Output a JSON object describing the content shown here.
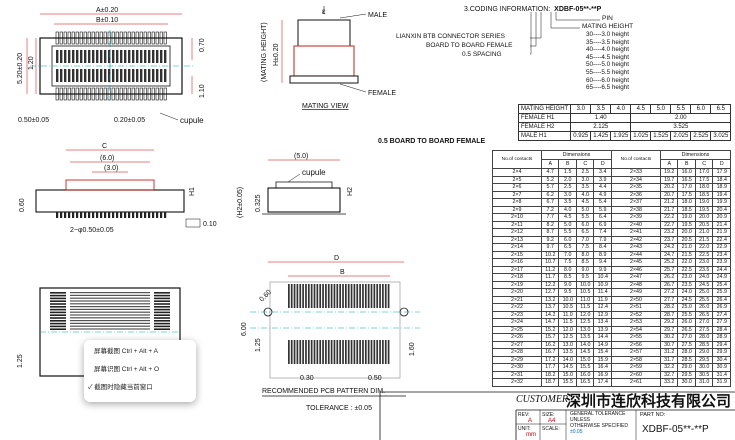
{
  "coding": {
    "title": "3.CODING INFORMATION:",
    "code": "XDBF-05**-**P",
    "pin": "PIN",
    "mating_height": "MATING HEIGHT",
    "series": "LIANXIN BTB CONNECTOR SERIES",
    "b2b": "BOARD TO BOARD FEMALE",
    "spacing": "0.5 SPACING",
    "heights": [
      "30----3.0 height",
      "35----3.5 height",
      "40----4.0 height",
      "45----4.5 height",
      "50----5.0 height",
      "55----5.5 height",
      "60----6.0 height",
      "65----6.5 height"
    ]
  },
  "labels": {
    "male": "MALE",
    "female": "FEMALE",
    "mating_view": "MATING VIEW",
    "mating_height_v": "(MATING HEIGHT)",
    "h_dim": "H±0.20",
    "cupule1": "cupule",
    "cupule2": "cupule",
    "board_title": "0.5 BOARD TO BOARD FEMALE",
    "pcb_title": "RECOMMENDED PCB PATTERN DIM.",
    "tolerance": "TOLERANCE : ±0.05",
    "customer": "CUSTOMER",
    "company": "深圳市连欣科技有限公司"
  },
  "dims": {
    "a020": "A±0.20",
    "b010": "B±0.10",
    "d520": "5.20±0.20",
    "d120": "1.20",
    "d050": "0.50±0.05",
    "d020b": "0.20±0.05",
    "d110": "1.10",
    "d070": "0.70",
    "c": "C",
    "c6": "(6.0)",
    "c3": "(3.0)",
    "h1": "H1",
    "d060": "0.60",
    "pitch": "2−φ0.50±0.05",
    "flat": "0.10",
    "d50": "(5.0)",
    "h2": "H2",
    "h2x": "(H2±0.05)",
    "d0325": "0.325",
    "pd": "D",
    "pb": "B",
    "p600": "6.00",
    "p125": "1.25",
    "p160": "1.60",
    "p030": "0.30",
    "p050": "0.50",
    "p0": "0.60",
    "p125b": "1.25"
  },
  "height_table": {
    "header": [
      "MATING HEIGHT",
      "3.0",
      "3.5",
      "4.0",
      "4.5",
      "5.0",
      "5.5",
      "6.0",
      "6.5"
    ],
    "h1_label": "FEMALE H1",
    "h1_vals": [
      "1.40",
      "2.00"
    ],
    "h2_label": "FEMALE H2",
    "h2_vals": [
      "2.125",
      "3.525"
    ],
    "male_label": "MALE H1",
    "male_vals": [
      "0.925",
      "1.425",
      "1.925",
      "1.025",
      "1.525",
      "2.025",
      "2.525",
      "3.025"
    ]
  },
  "dim_table": {
    "head_left": "No.of contacts",
    "head_dim": "Dimensions",
    "cols": [
      "A",
      "B",
      "C",
      "D"
    ],
    "left": [
      [
        "2×4",
        "4.7",
        "1.5",
        "2.5",
        "3.4"
      ],
      [
        "2×5",
        "5.2",
        "2.0",
        "3.0",
        "3.9"
      ],
      [
        "2×6",
        "5.7",
        "2.5",
        "3.5",
        "4.4"
      ],
      [
        "2×7",
        "6.2",
        "3.0",
        "4.0",
        "4.9"
      ],
      [
        "2×8",
        "6.7",
        "3.5",
        "4.5",
        "5.4"
      ],
      [
        "2×9",
        "7.2",
        "4.0",
        "5.0",
        "5.9"
      ],
      [
        "2×10",
        "7.7",
        "4.5",
        "5.5",
        "6.4"
      ],
      [
        "2×11",
        "8.2",
        "5.0",
        "6.0",
        "6.9"
      ],
      [
        "2×12",
        "8.7",
        "5.5",
        "6.5",
        "7.4"
      ],
      [
        "2×13",
        "9.2",
        "6.0",
        "7.0",
        "7.9"
      ],
      [
        "2×14",
        "9.7",
        "6.5",
        "7.5",
        "8.4"
      ],
      [
        "2×15",
        "10.2",
        "7.0",
        "8.0",
        "8.9"
      ],
      [
        "2×16",
        "10.7",
        "7.5",
        "8.5",
        "9.4"
      ],
      [
        "2×17",
        "11.2",
        "8.0",
        "9.0",
        "9.9"
      ],
      [
        "2×18",
        "11.7",
        "8.5",
        "9.5",
        "10.4"
      ],
      [
        "2×19",
        "12.2",
        "9.0",
        "10.0",
        "10.9"
      ],
      [
        "2×20",
        "12.7",
        "9.5",
        "10.5",
        "11.4"
      ],
      [
        "2×21",
        "13.2",
        "10.0",
        "11.0",
        "11.9"
      ],
      [
        "2×22",
        "13.7",
        "10.5",
        "11.5",
        "12.4"
      ],
      [
        "2×23",
        "14.2",
        "11.0",
        "12.0",
        "12.9"
      ],
      [
        "2×24",
        "14.7",
        "11.5",
        "12.5",
        "13.4"
      ],
      [
        "2×25",
        "15.2",
        "12.0",
        "13.0",
        "13.9"
      ],
      [
        "2×26",
        "15.7",
        "12.5",
        "13.5",
        "14.4"
      ],
      [
        "2×27",
        "16.2",
        "13.0",
        "14.0",
        "14.9"
      ],
      [
        "2×28",
        "16.7",
        "13.5",
        "14.5",
        "15.4"
      ],
      [
        "2×29",
        "17.2",
        "14.0",
        "15.0",
        "15.9"
      ],
      [
        "2×30",
        "17.7",
        "14.5",
        "15.5",
        "16.4"
      ],
      [
        "2×31",
        "18.2",
        "15.0",
        "16.0",
        "16.9"
      ],
      [
        "2×32",
        "18.7",
        "15.5",
        "16.5",
        "17.4"
      ]
    ],
    "right": [
      [
        "2×33",
        "19.2",
        "16.0",
        "17.0",
        "17.9"
      ],
      [
        "2×34",
        "19.7",
        "16.5",
        "17.5",
        "18.4"
      ],
      [
        "2×35",
        "20.2",
        "17.0",
        "18.0",
        "18.9"
      ],
      [
        "2×36",
        "20.7",
        "17.5",
        "18.5",
        "19.4"
      ],
      [
        "2×37",
        "21.2",
        "18.0",
        "19.0",
        "19.9"
      ],
      [
        "2×38",
        "21.7",
        "18.5",
        "19.5",
        "20.4"
      ],
      [
        "2×39",
        "22.2",
        "19.0",
        "20.0",
        "20.9"
      ],
      [
        "2×40",
        "22.7",
        "19.5",
        "20.5",
        "21.4"
      ],
      [
        "2×41",
        "23.2",
        "20.0",
        "21.0",
        "21.9"
      ],
      [
        "2×42",
        "23.7",
        "20.5",
        "21.5",
        "22.4"
      ],
      [
        "2×43",
        "24.2",
        "21.0",
        "22.0",
        "22.9"
      ],
      [
        "2×44",
        "24.7",
        "21.5",
        "22.5",
        "23.4"
      ],
      [
        "2×45",
        "25.2",
        "22.0",
        "23.0",
        "23.9"
      ],
      [
        "2×46",
        "25.7",
        "22.5",
        "23.5",
        "24.4"
      ],
      [
        "2×47",
        "26.2",
        "23.0",
        "24.0",
        "24.9"
      ],
      [
        "2×48",
        "26.7",
        "23.5",
        "24.5",
        "25.4"
      ],
      [
        "2×49",
        "27.2",
        "24.0",
        "25.0",
        "25.9"
      ],
      [
        "2×50",
        "27.7",
        "24.5",
        "25.5",
        "26.4"
      ],
      [
        "2×51",
        "28.2",
        "25.0",
        "26.0",
        "26.9"
      ],
      [
        "2×52",
        "28.7",
        "25.5",
        "26.5",
        "27.4"
      ],
      [
        "2×53",
        "29.2",
        "26.0",
        "27.0",
        "27.9"
      ],
      [
        "2×54",
        "29.7",
        "26.5",
        "27.5",
        "28.4"
      ],
      [
        "2×55",
        "30.2",
        "27.0",
        "28.0",
        "28.9"
      ],
      [
        "2×56",
        "30.7",
        "27.5",
        "28.5",
        "29.4"
      ],
      [
        "2×57",
        "31.2",
        "28.0",
        "29.0",
        "29.9"
      ],
      [
        "2×58",
        "31.7",
        "28.5",
        "29.5",
        "30.4"
      ],
      [
        "2×59",
        "32.2",
        "29.0",
        "30.0",
        "30.9"
      ],
      [
        "2×60",
        "32.7",
        "29.5",
        "30.5",
        "31.4"
      ],
      [
        "2×61",
        "33.2",
        "30.0",
        "31.0",
        "31.9"
      ]
    ]
  },
  "menu": {
    "items": [
      "屏幕截图 Ctrl + Alt + A",
      "屏幕识图 Ctrl + Alt + O",
      "截图时隐藏当前窗口"
    ],
    "check": "✓"
  },
  "title_block": {
    "rev_label": "REV:",
    "rev_value": "A",
    "size_label": "SIZE:",
    "size_value": "A4",
    "unit_label": "UNIT:",
    "unit_value": "mm",
    "scale_label": "SCALE:",
    "general_tol": "GENERAL TOLERANCE",
    "unless": "UNLESS",
    "otherwise": "OTHERWISE SPECIFIED",
    "tol_value": "±0.05",
    "part_no_label": "PART NO:",
    "part_no": "XDBF-05**-**P"
  }
}
